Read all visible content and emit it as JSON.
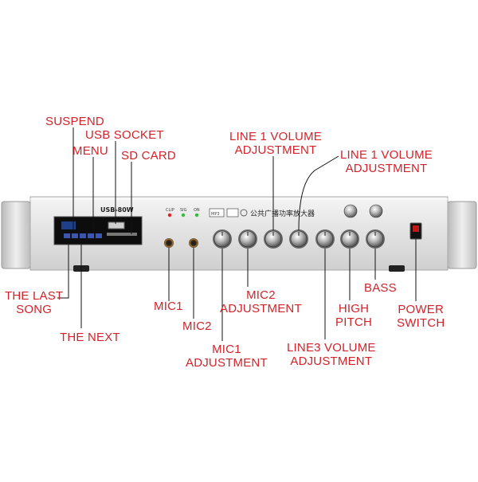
{
  "device": {
    "model_label": "USB-80W",
    "panel_title_cn": "公共广播功率放大器",
    "mp3_badge": "MP3",
    "led_labels": [
      "CLIP",
      "SIG",
      "ON"
    ],
    "colors": {
      "label_red": "#d2232a",
      "panel_silver": "#dcdcdc",
      "led_red": "#e02020",
      "led_green": "#2fbf3a"
    }
  },
  "callouts": {
    "suspend": "SUSPEND",
    "usb_socket": "USB SOCKET",
    "menu": "MENU",
    "sd_card": "SD CARD",
    "line1_vol_a": [
      "LINE 1 VOLUME",
      "ADJUSTMENT"
    ],
    "line1_vol_b": [
      "LINE 1 VOLUME",
      "ADJUSTMENT"
    ],
    "last_song": [
      "THE LAST",
      "SONG"
    ],
    "next": "THE NEXT",
    "mic1": "MIC1",
    "mic2": "MIC2",
    "mic2_adj": [
      "MIC2",
      "ADJUSTMENT"
    ],
    "mic1_adj": [
      "MIC1",
      "ADJUSTMENT"
    ],
    "line3_vol": [
      "LINE3 VOLUME",
      "ADJUSTMENT"
    ],
    "high_pitch": [
      "HIGH",
      "PITCH"
    ],
    "bass": "BASS",
    "power": [
      "POWER",
      "SWITCH"
    ]
  }
}
